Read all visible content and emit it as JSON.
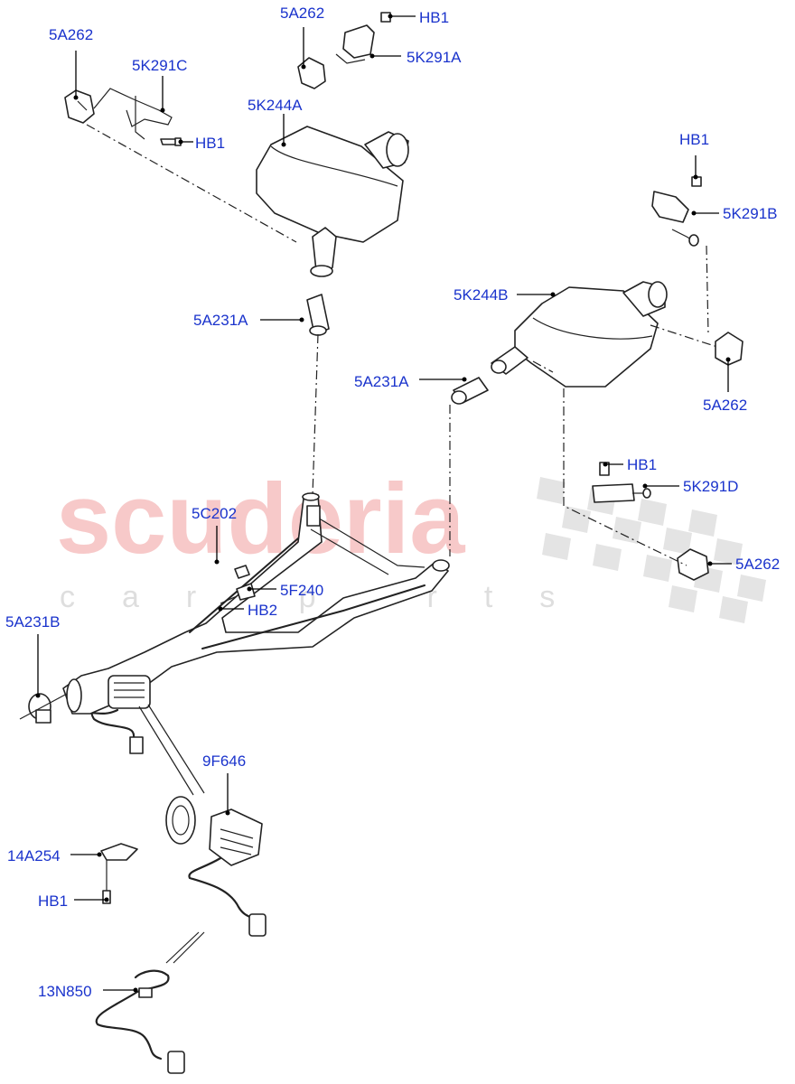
{
  "watermark": {
    "brand": "scuderia",
    "sub": "car parts"
  },
  "colors": {
    "label": "#1a33cc",
    "watermark": "#f7c9c9",
    "line": "#222222"
  },
  "labels": {
    "l_5a262_tl": "5A262",
    "l_5k291c": "5K291C",
    "l_hb1_tl": "HB1",
    "l_5a262_top": "5A262",
    "l_hb1_top": "HB1",
    "l_5k291a": "5K291A",
    "l_5k244a": "5K244A",
    "l_5a231a_left": "5A231A",
    "l_hb1_right": "HB1",
    "l_5k291b": "5K291B",
    "l_5k244b": "5K244B",
    "l_5a231a_mid": "5A231A",
    "l_5a262_right": "5A262",
    "l_hb1_mid": "HB1",
    "l_5k291d": "5K291D",
    "l_5a262_br": "5A262",
    "l_5c202": "5C202",
    "l_5f240": "5F240",
    "l_hb2": "HB2",
    "l_5a231b": "5A231B",
    "l_9f646": "9F646",
    "l_14a254": "14A254",
    "l_hb1_bl": "HB1",
    "l_13n850": "13N850"
  }
}
